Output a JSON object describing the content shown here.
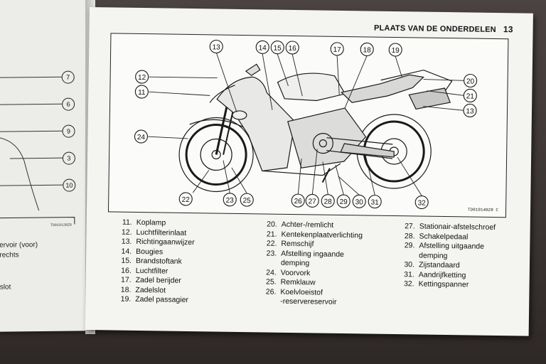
{
  "header": {
    "title": "PLAATS VAN DE ONDERDELEN",
    "page": "13"
  },
  "figure": {
    "code": "TD01014BZ8 C"
  },
  "callouts_left": [
    "12",
    "11",
    "24",
    "22"
  ],
  "callouts_top": [
    "13",
    "14",
    "15",
    "16",
    "17",
    "18",
    "19"
  ],
  "callouts_right": [
    "20",
    "21",
    "13"
  ],
  "callouts_bottom": [
    "23",
    "25",
    "26",
    "27",
    "28",
    "29",
    "30",
    "31",
    "32"
  ],
  "legend": {
    "col1": [
      {
        "n": "11.",
        "t": "Koplamp"
      },
      {
        "n": "12.",
        "t": "Luchtfilterinlaat"
      },
      {
        "n": "13.",
        "t": "Richtingaanwijzer"
      },
      {
        "n": "14.",
        "t": "Bougies"
      },
      {
        "n": "15.",
        "t": "Brandstoftank"
      },
      {
        "n": "16.",
        "t": "Luchtfilter"
      },
      {
        "n": "17.",
        "t": "Zadel berijder"
      },
      {
        "n": "18.",
        "t": "Zadelslot"
      },
      {
        "n": "19.",
        "t": "Zadel passagier"
      }
    ],
    "col2": [
      {
        "n": "20.",
        "t": "Achter-/remlicht"
      },
      {
        "n": "21.",
        "t": "Kentekenplaatverlichting"
      },
      {
        "n": "22.",
        "t": "Remschijf"
      },
      {
        "n": "23.",
        "t": "Afstelling ingaande"
      },
      {
        "n": "",
        "t": "demping"
      },
      {
        "n": "24.",
        "t": "Voorvork"
      },
      {
        "n": "25.",
        "t": "Remklauw"
      },
      {
        "n": "26.",
        "t": "Koelvloeistof"
      },
      {
        "n": "",
        "t": "-reservereservoir"
      }
    ],
    "col3": [
      {
        "n": "27.",
        "t": "Stationair-afstelschroef"
      },
      {
        "n": "28.",
        "t": "Schakelpedaal"
      },
      {
        "n": "29.",
        "t": "Afstelling uitgaande"
      },
      {
        "n": "",
        "t": "demping"
      },
      {
        "n": "30.",
        "t": "Zijstandaard"
      },
      {
        "n": "31.",
        "t": "Aandrijfketting"
      },
      {
        "n": "32.",
        "t": "Kettingspanner"
      }
    ]
  },
  "left_page": {
    "callouts": [
      "7",
      "6",
      "9",
      "3",
      "10"
    ],
    "text": [
      "ervoir (voor)",
      "rechts",
      "slot"
    ],
    "code": "TD01012BZ8"
  }
}
